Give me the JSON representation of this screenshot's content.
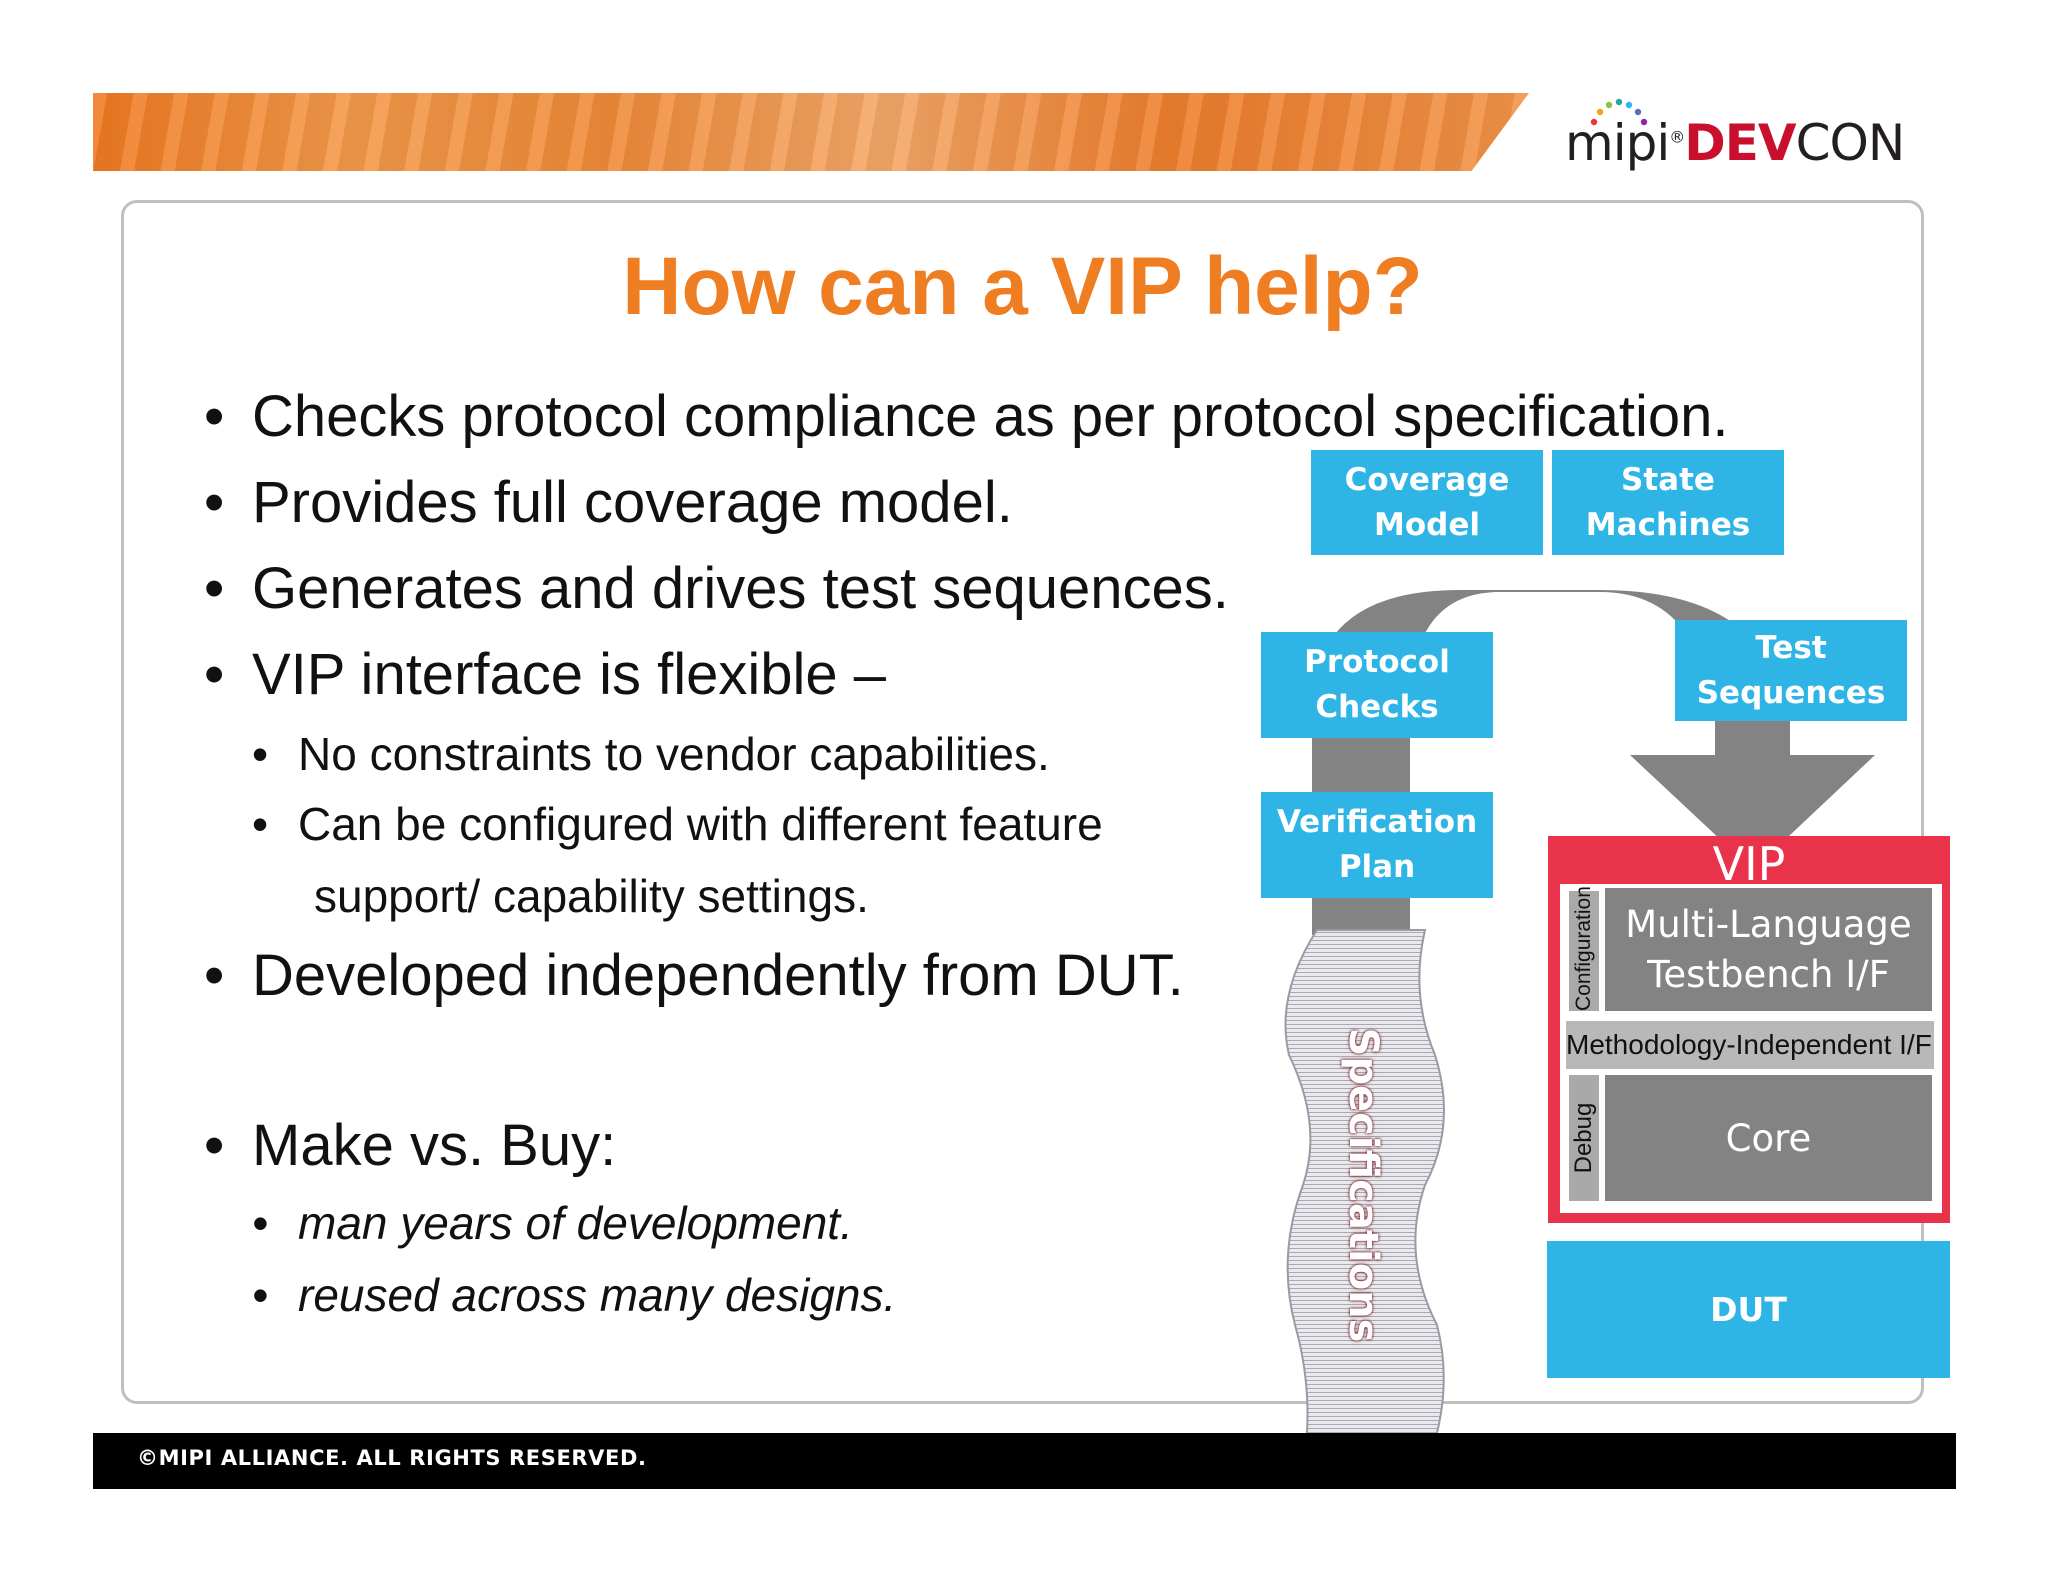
{
  "header": {
    "logo": {
      "prefix": "mipi",
      "registered": "®",
      "dev": "DEV",
      "con": "CON"
    }
  },
  "slide": {
    "title": "How can a VIP help?",
    "bullets": [
      "Checks protocol compliance as per protocol specification.",
      "Provides full coverage model.",
      "Generates and drives test sequences.",
      "VIP interface is flexible –"
    ],
    "sub_bullets_flexible": [
      "No constraints to vendor capabilities.",
      "Can be configured with different feature",
      "support/ capability settings."
    ],
    "bullet_independent": "Developed independently from DUT.",
    "bullet_make_buy": "Make vs. Buy:",
    "sub_bullets_make_buy": [
      "man years of development.",
      "reused across many designs."
    ],
    "bullet_glyph": "•"
  },
  "diagram": {
    "coverage_model": [
      "Coverage",
      "Model"
    ],
    "state_machines": [
      "State",
      "Machines"
    ],
    "protocol_checks": [
      "Protocol",
      "Checks"
    ],
    "test_sequences": [
      "Test",
      "Sequences"
    ],
    "verification_plan": [
      "Verification",
      "Plan"
    ],
    "specifications": "Specifications",
    "vip": {
      "label": "VIP",
      "multi_language": [
        "Multi-Language",
        "Testbench I/F"
      ],
      "configuration": "Configuration",
      "methodology": "Methodology-Independent I/F",
      "debug": "Debug",
      "core": "Core"
    },
    "dut": "DUT"
  },
  "footer": {
    "copyright": "©MIPI ALLIANCE. ALL RIGHTS RESERVED."
  },
  "colors": {
    "title_orange": "#ef7d22",
    "box_blue": "#2fb5e5",
    "arrow_gray": "#838383",
    "vip_red": "#e8334a",
    "logo_red": "#c8102e"
  }
}
